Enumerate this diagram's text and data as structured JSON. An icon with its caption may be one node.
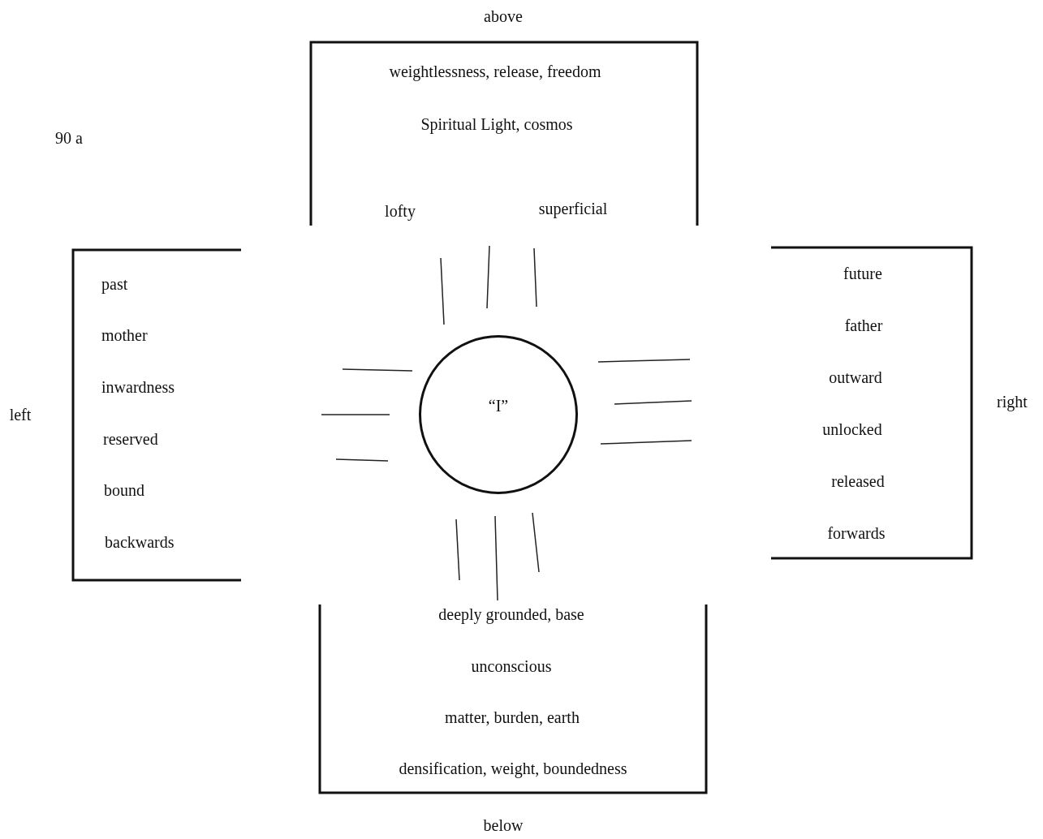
{
  "diagram": {
    "nodes": [
      {
        "text": [
          "weightlessness, release, freedom",
          "Spiritual Light, cosmos",
          "lofty",
          "superficial"
        ],
        "beside": [
          "above"
        ]
      },
      {
        "text": [
          "past",
          "mother",
          "inwardness",
          "reserved",
          "bound",
          "backwards"
        ],
        "beside": [
          "left"
        ]
      },
      {
        "text": [
          "“I”"
        ]
      },
      {
        "text": [
          "future",
          "father",
          "outward",
          "unlocked",
          "released",
          "forwards"
        ],
        "beside": [
          "right"
        ]
      },
      {
        "text": [
          "deeply grounded, base",
          "unconscious",
          "matter, burden, earth",
          "densification, weight, boundedness"
        ],
        "beside": [
          "below"
        ]
      }
    ],
    "labels": [
      "90 a"
    ]
  }
}
